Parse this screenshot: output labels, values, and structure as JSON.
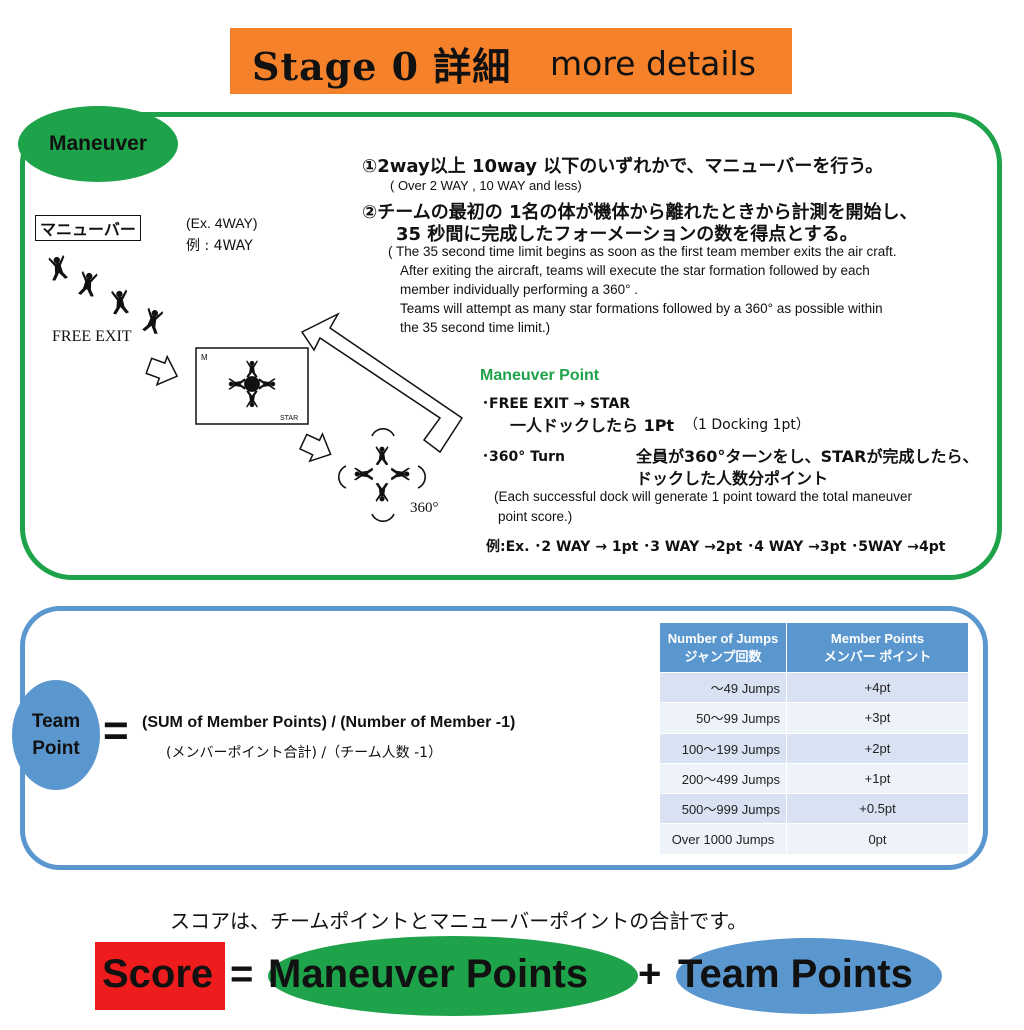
{
  "title": {
    "main": "Stage 0 詳細",
    "sub": "more details"
  },
  "maneuver": {
    "badge": "Maneuver",
    "rule1_jp": "①2way以上 10way 以下のいずれかで、マニューバーを行う。",
    "rule1_en": "( Over 2 WAY , 10 WAY and less)",
    "rule2_jp_line1": "②チームの最初の 1名の体が機体から離れたときから計測を開始し、",
    "rule2_jp_line2": "35 秒間に完成したフォーメーションの数を得点とする。",
    "rule2_en": [
      "( The 35 second time limit begins as soon as the first team member exits the air craft.",
      "After exiting the aircraft, teams will execute the star formation followed by each",
      "member individually performing a 360°  .",
      "Teams will attempt as many star formations followed by a 360°  as possible within",
      "the 35 second time limit.)"
    ],
    "diagram": {
      "box_label": "マニューバー",
      "example_en": "(Ex. 4WAY)",
      "example_jp": "例 : 4WAY",
      "free_exit": "FREE EXIT",
      "formation_letter": "M",
      "formation_caption": "STAR",
      "turn_label": "360°"
    },
    "points": {
      "heading": "Maneuver Point",
      "free_exit_line": "･FREE EXIT → STAR",
      "docking_jp": "一人ドックしたら  1Pt",
      "docking_en": "（1 Docking  1pt）",
      "turn_label": "･360°  Turn",
      "turn_jp_line1": "全員が360°ターンをし、STARが完成したら、",
      "turn_jp_line2": "ドックした人数分ポイント",
      "note_line1": "(Each successful dock will generate 1 point toward the total maneuver",
      "note_line2": "point score.)",
      "example": "例:Ex. ･2 WAY → 1pt  ･3 WAY →2pt  ･4 WAY →3pt  ･5WAY →4pt"
    }
  },
  "team": {
    "badge_line1": "Team",
    "badge_line2": "Point",
    "equals": "=",
    "formula_en": "(SUM of Member Points) / (Number of Member -1)",
    "formula_jp": "(メンバーポイント合計) /（チーム人数 -1）",
    "table": {
      "headers": [
        {
          "en": "Number of Jumps",
          "jp": "ジャンプ回数"
        },
        {
          "en": "Member  Points",
          "jp": "メンバー  ポイント"
        }
      ],
      "rows": [
        {
          "jumps": "～49  Jumps",
          "points": "+4pt"
        },
        {
          "jumps": "50～99  Jumps",
          "points": "+3pt"
        },
        {
          "jumps": "100～199  Jumps",
          "points": "+2pt"
        },
        {
          "jumps": "200～499  Jumps",
          "points": "+1pt"
        },
        {
          "jumps": "500～999  Jumps",
          "points": "+0.5pt"
        },
        {
          "jumps": "Over 1000  Jumps",
          "points": "0pt"
        }
      ]
    }
  },
  "score": {
    "note_jp": "スコアは、チームポイントとマニューバーポイントの合計です。",
    "score_word": "Score",
    "equals": "=",
    "maneuver_points": "Maneuver Points",
    "plus": "+",
    "team_points": "Team Points"
  },
  "colors": {
    "orange": "#f5822a",
    "green": "#1ea24a",
    "blue": "#5b97cf",
    "red": "#ee1c1c"
  }
}
